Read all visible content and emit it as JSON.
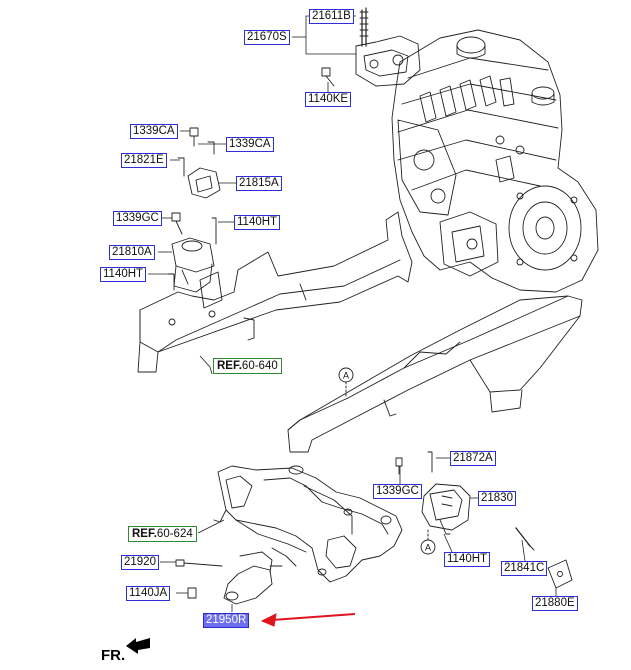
{
  "parts": {
    "p21611B": "21611B",
    "p21670S": "21670S",
    "p1140KE": "1140KE",
    "p1339CA_1": "1339CA",
    "p1339CA_2": "1339CA",
    "p21821E": "21821E",
    "p21815A": "21815A",
    "p1339GC_1": "1339GC",
    "p1140HT_1": "1140HT",
    "p21810A": "21810A",
    "p1140HT_2": "1140HT",
    "p21872A": "21872A",
    "p1339GC_2": "1339GC",
    "p21830": "21830",
    "p1140HT_3": "1140HT",
    "p21841C": "21841C",
    "p21880E": "21880E",
    "p21920": "21920",
    "p1140JA": "1140JA",
    "p21950R": "21950R"
  },
  "refs": {
    "ref1_prefix": "REF.",
    "ref1_num": "60-640",
    "ref2_prefix": "REF.",
    "ref2_num": "60-624"
  },
  "markers": {
    "a": "A"
  },
  "direction_label": "FR.",
  "colors": {
    "label_border": "#2f2fd8",
    "highlight": "#6e6ef0",
    "ref_border": "#2f8a2f",
    "arrow": "#e0141e"
  }
}
